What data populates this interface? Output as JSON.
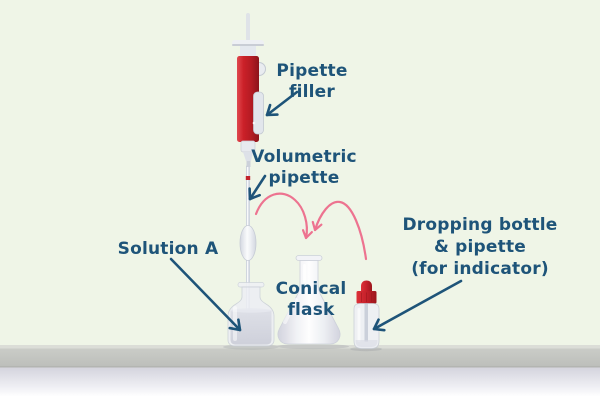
{
  "labels": {
    "pipette_filler": "Pipette\nfiller",
    "volumetric_pipette": "Volumetric\npipette",
    "solution_a": "Solution A",
    "conical_flask": "Conical\nflask",
    "dropping_bottle": "Dropping bottle\n& pipette\n(for indicator)"
  },
  "colors": {
    "background": "#eff5e7",
    "label_text": "#1e5479",
    "label_arrow": "#1e5479",
    "transfer_arrow": "#ed7390",
    "equipment_red": "#c52129",
    "bench_top": "#dbddd7",
    "bench_face": "#c2c4c0",
    "glass": "#edeff4",
    "liquid": "#d2d4de"
  }
}
